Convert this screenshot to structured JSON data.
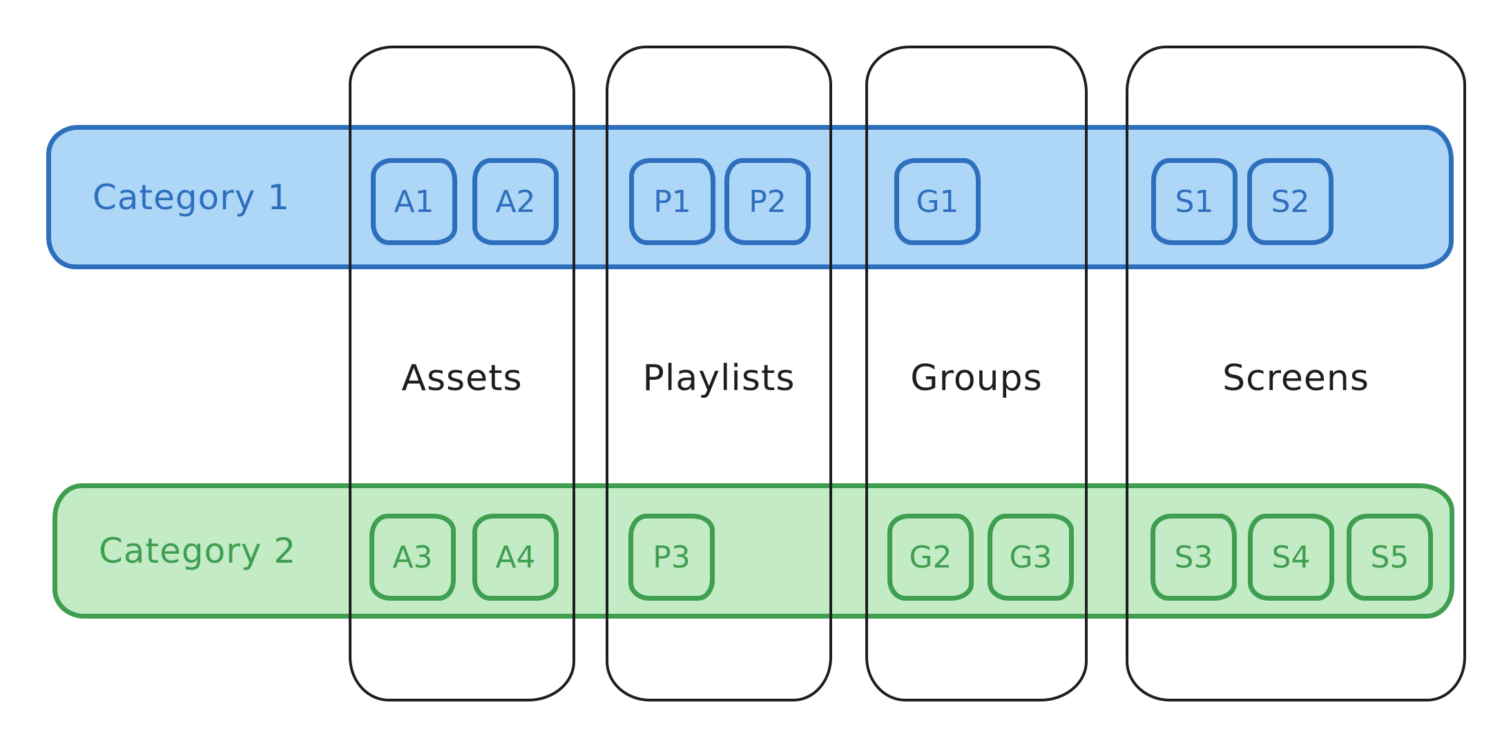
{
  "diagram": {
    "columns": [
      {
        "label": "Assets"
      },
      {
        "label": "Playlists"
      },
      {
        "label": "Groups"
      },
      {
        "label": "Screens"
      }
    ],
    "categories": [
      {
        "label": "Category 1",
        "stroke_color": "#2e6fbd",
        "fill_color": "#aed6f7",
        "boxes": [
          {
            "label": "A1",
            "column": "Assets"
          },
          {
            "label": "A2",
            "column": "Assets"
          },
          {
            "label": "P1",
            "column": "Playlists"
          },
          {
            "label": "P2",
            "column": "Playlists"
          },
          {
            "label": "G1",
            "column": "Groups"
          },
          {
            "label": "S1",
            "column": "Screens"
          },
          {
            "label": "S2",
            "column": "Screens"
          }
        ]
      },
      {
        "label": "Category 2",
        "stroke_color": "#3f9e4f",
        "fill_color": "#c3ebc6",
        "boxes": [
          {
            "label": "A3",
            "column": "Assets"
          },
          {
            "label": "A4",
            "column": "Assets"
          },
          {
            "label": "P3",
            "column": "Playlists"
          },
          {
            "label": "G2",
            "column": "Groups"
          },
          {
            "label": "G3",
            "column": "Groups"
          },
          {
            "label": "S3",
            "column": "Screens"
          },
          {
            "label": "S4",
            "column": "Screens"
          },
          {
            "label": "S5",
            "column": "Screens"
          }
        ]
      }
    ],
    "colors": {
      "column_stroke": "#1e1e1e",
      "background": "#ffffff"
    }
  }
}
